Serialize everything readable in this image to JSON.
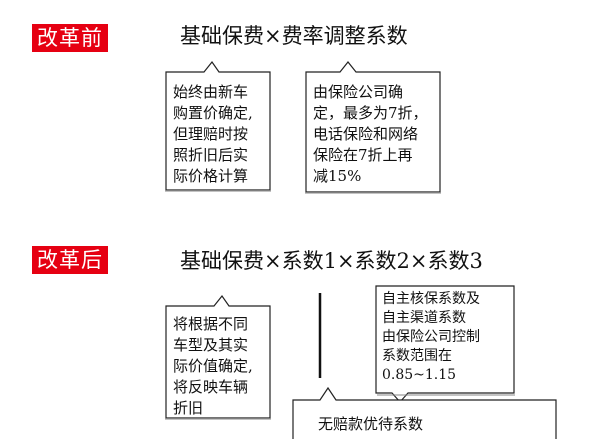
{
  "before": {
    "tag": "改革前",
    "formula": "基础保费×费率调整系数",
    "note_left": "始终由新车\n购置价确定,\n但理赔时按\n照折旧后实\n际价格计算",
    "note_right": "由保险公司确\n定，最多为7折，\n电话保险和网络\n保险在7折上再\n减15%"
  },
  "after": {
    "tag": "改革后",
    "formula": "基础保费×系数1×系数2×系数3",
    "note_left": "将根据不同\n车型及其实\n际价值确定,\n将反映车辆\n折旧",
    "note_right": "自主核保系数及\n自主渠道系数\n由保险公司控制\n系数范围在\n0.85~1.15",
    "note_bottom": "无赔款优待系数"
  }
}
